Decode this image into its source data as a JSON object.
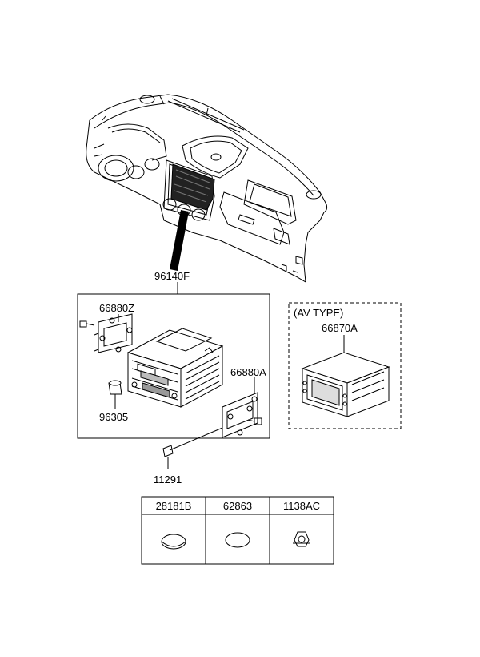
{
  "main_assembly": {
    "part_number": "96140F"
  },
  "assembly_parts": {
    "bracket_left": "66880Z",
    "bracket_right": "66880A",
    "knob": "96305",
    "screw": "11291"
  },
  "av_type": {
    "title": "(AV TYPE)",
    "part_number": "66870A"
  },
  "parts_table": {
    "cells": [
      {
        "part_number": "28181B",
        "icon": "plug-icon"
      },
      {
        "part_number": "62863",
        "icon": "cap-icon"
      },
      {
        "part_number": "1138AC",
        "icon": "nut-icon"
      }
    ]
  },
  "colors": {
    "line": "#000000",
    "background": "#ffffff"
  }
}
